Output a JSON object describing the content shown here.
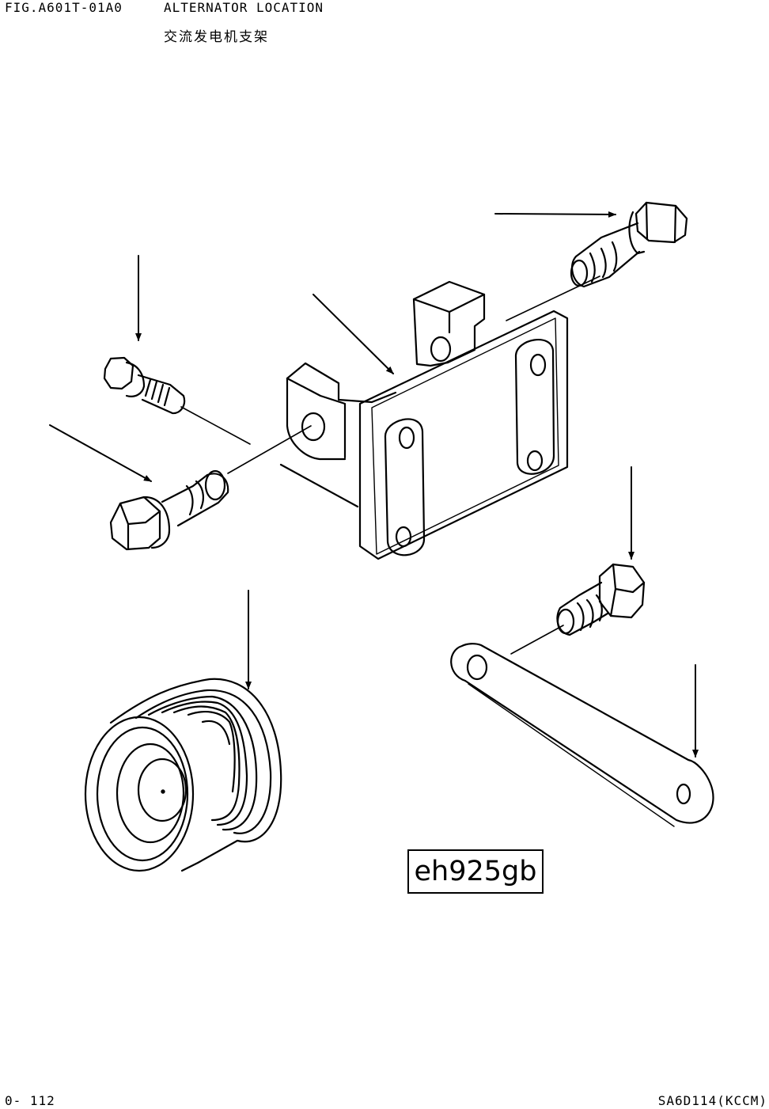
{
  "header": {
    "figure_number": "FIG.A601T-01A0",
    "title_en": "ALTERNATOR LOCATION",
    "title_cn": "交流发电机支架"
  },
  "footer": {
    "page_number": "0- 112",
    "model": "SA6D114(KCCM)"
  },
  "illustration": {
    "reference_code": "eh925gb",
    "parts": [
      "bracket-plate-icon",
      "flange-bolt-icon",
      "hex-bolt-icon",
      "pulley-icon",
      "adjusting-link-icon"
    ]
  }
}
